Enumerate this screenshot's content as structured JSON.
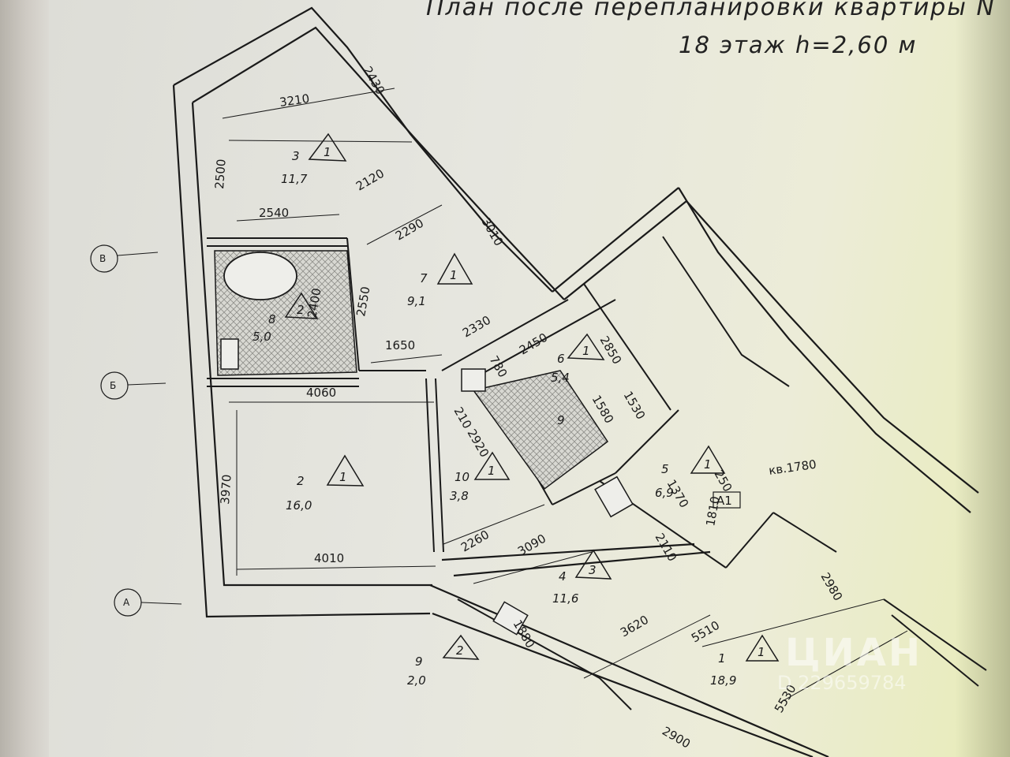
{
  "title": {
    "line1": "План после перепланировки квартиры N",
    "line2": "18 этаж   h=2,60 м"
  },
  "axes": [
    "В",
    "Б",
    "А"
  ],
  "rooms": [
    {
      "number": "3",
      "area": "11,7",
      "class": "1"
    },
    {
      "number": "7",
      "area": "9,1",
      "class": "1"
    },
    {
      "number": "8",
      "area": "5,0",
      "class": "2"
    },
    {
      "number": "6",
      "area": "5,4",
      "class": "1"
    },
    {
      "number": "9",
      "area": "",
      "class": ""
    },
    {
      "number": "2",
      "area": "16,0",
      "class": "1"
    },
    {
      "number": "10",
      "area": "3,8",
      "class": "1"
    },
    {
      "number": "5",
      "area": "6,9",
      "class": "1"
    },
    {
      "number": "4",
      "area": "11,6",
      "class": "3"
    },
    {
      "number": "9",
      "area": "2,0",
      "class": "2"
    },
    {
      "number": "1",
      "area": "18,9",
      "class": "1"
    }
  ],
  "dimensions": [
    "3210",
    "2430",
    "2500",
    "2120",
    "2540",
    "2290",
    "3010",
    "2400",
    "2550",
    "2330",
    "1650",
    "2450",
    "2850",
    "780",
    "4060",
    "1580",
    "1530",
    "2920",
    "3970",
    "2260",
    "250",
    "1370",
    "1810",
    "3090",
    "2110",
    "4010",
    "3620",
    "5510",
    "2980",
    "5530",
    "2900",
    "1880",
    "210"
  ],
  "annotations": {
    "kv": "кв.1780",
    "a1": "A1"
  },
  "watermark": {
    "logo": "ЦИАН",
    "id": "D 229659784"
  },
  "colors": {
    "paper": "#e6e6df",
    "ink": "#1a1a1a",
    "tile": "#9a9a94"
  }
}
